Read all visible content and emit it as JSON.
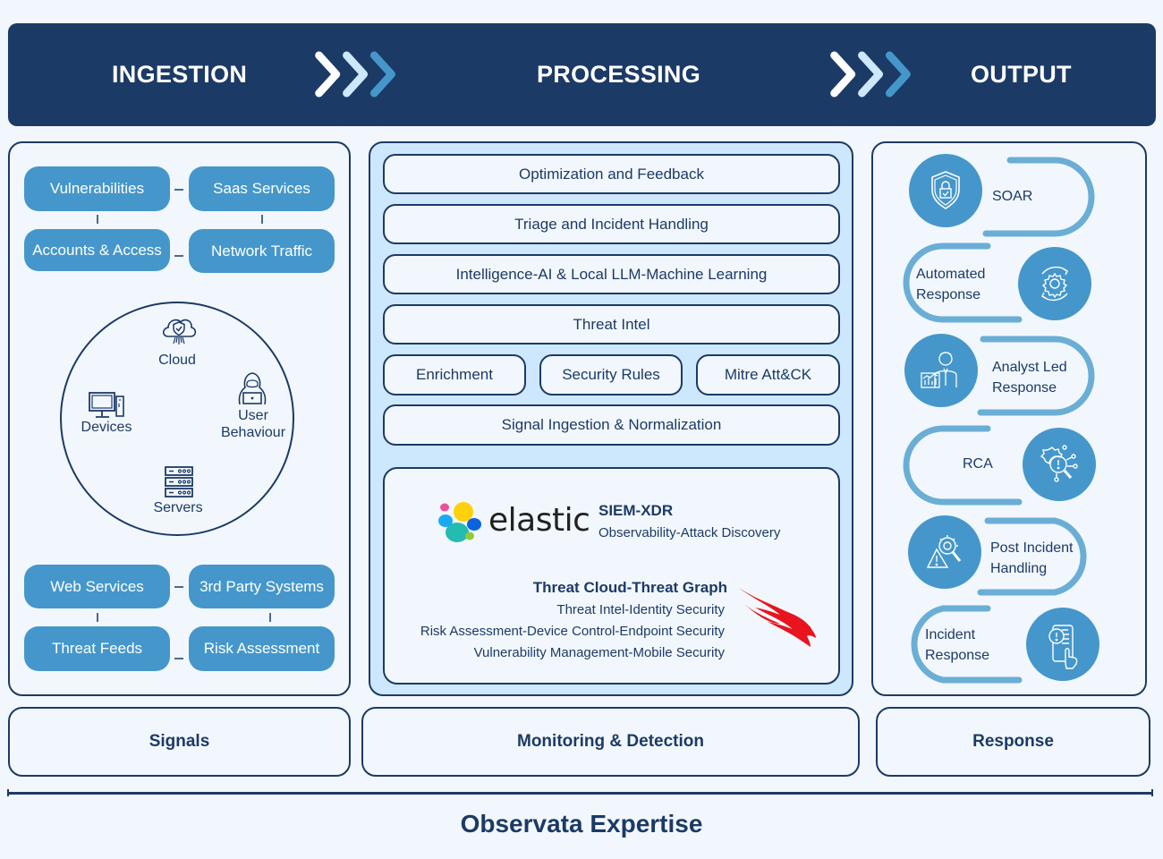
{
  "header": {
    "stages": [
      "INGESTION",
      "PROCESSING",
      "OUTPUT"
    ],
    "arrow_colors": [
      "#ffffff",
      "#cde8fc",
      "#4597cb"
    ],
    "background": "#1c3a66"
  },
  "ingestion": {
    "top_sources": [
      "Vulnerabilities",
      "Saas Services",
      "Accounts & Access",
      "Network Traffic"
    ],
    "circle_items": [
      {
        "label": "Cloud",
        "icon": "cloud-shield-icon"
      },
      {
        "label": "Devices",
        "icon": "desktop-computer-icon"
      },
      {
        "label": "User Behaviour",
        "icon": "hooded-user-laptop-icon"
      },
      {
        "label": "Servers",
        "icon": "server-rack-icon"
      }
    ],
    "bottom_sources": [
      "Web Services",
      "3rd Party Systems",
      "Threat Feeds",
      "Risk Assessment"
    ],
    "pill_color": "#4597cb"
  },
  "processing": {
    "layers": [
      "Optimization and Feedback",
      "Triage and Incident Handling",
      "Intelligence-AI & Local LLM-Machine Learning",
      "Threat Intel"
    ],
    "modules": [
      "Enrichment",
      "Security Rules",
      "Mitre Att&CK"
    ],
    "base_layer": "Signal Ingestion & Normalization",
    "elastic": {
      "logo_text": "elastic",
      "title": "SIEM-XDR",
      "subtitle": "Observability-Attack Discovery"
    },
    "crowdstrike": {
      "title": "Threat Cloud-Threat Graph",
      "lines": [
        "Threat Intel-Identity Security",
        "Risk Assessment-Device Control-Endpoint Security",
        "Vulnerability Management-Mobile Security"
      ],
      "logo_icon": "falcon-icon",
      "logo_color": "#e8141e"
    },
    "background": "#cde8fc"
  },
  "output": {
    "steps": [
      {
        "label": "SOAR",
        "icon": "shield-lock-icon"
      },
      {
        "label": "Automated Response",
        "icon": "gear-cycle-icon"
      },
      {
        "label": "Analyst Led Response",
        "icon": "analyst-chart-icon"
      },
      {
        "label": "RCA",
        "icon": "gear-magnifier-alert-icon"
      },
      {
        "label": "Post Incident Handling",
        "icon": "warning-magnifier-gear-icon"
      },
      {
        "label": "Incident Response",
        "icon": "phone-alert-touch-icon"
      }
    ],
    "track_color": "#6aaed6"
  },
  "footer": {
    "categories": [
      "Signals",
      "Monitoring & Detection",
      "Response"
    ],
    "title": "Observata Expertise"
  }
}
